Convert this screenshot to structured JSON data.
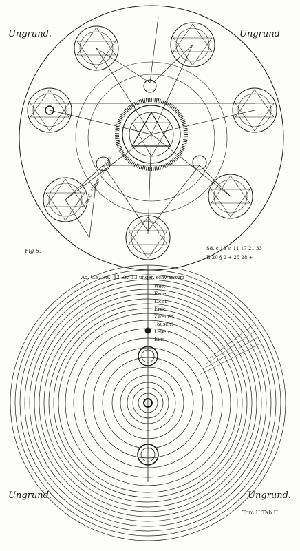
{
  "plate": {
    "corner_labels": {
      "top_left": "Ungrund.",
      "top_right": "Ungrund",
      "bottom_left": "Ungrund.",
      "bottom_right": "Ungrund."
    },
    "figure_label": "Fig 6.",
    "plate_number": "Tom.II.Tab.II.",
    "right_note_line1": "Sd. c.13 v. 11 17 21 33",
    "right_note_line2": "II 20 § 2 + 25 28 +",
    "upper_left_marginal": "Vom C. Gebet . Ch. Zeit",
    "lower_top_text": "Ao. C.S. Ew.. 12 Ew. 13 unger. schwanzum",
    "lower_band_labels": [
      "Welt",
      "Feuer",
      "Licht",
      "Erde",
      "Zweites",
      "Tausent",
      "Leben",
      "Eins"
    ]
  },
  "colors": {
    "ink": "#1a1a1a",
    "paper": "#fdfdfb"
  }
}
